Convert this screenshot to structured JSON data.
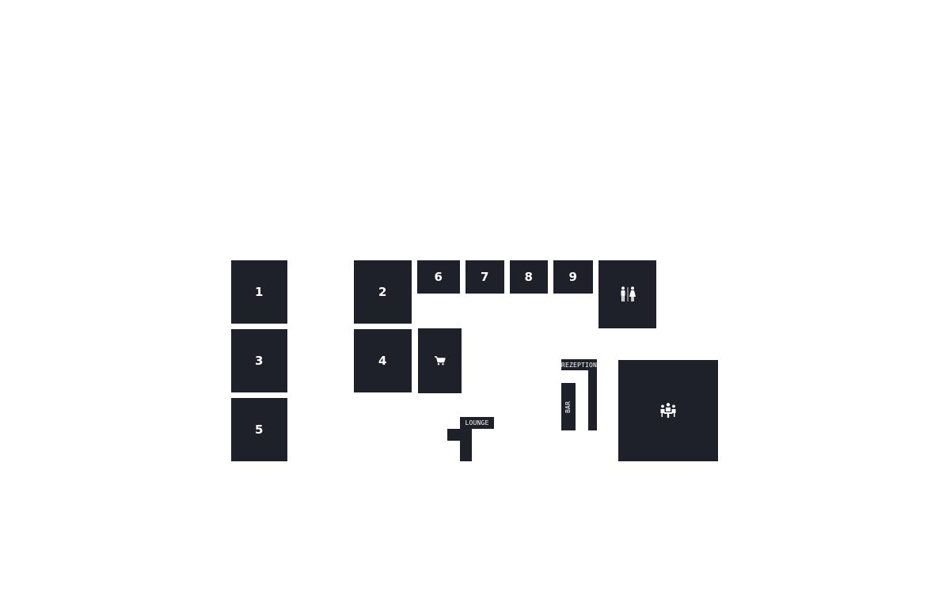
{
  "colors": {
    "room": "#1e2129",
    "background": "#ffffff",
    "label": "#ffffff"
  },
  "rooms": {
    "r1": {
      "label": "1"
    },
    "r2": {
      "label": "2"
    },
    "r3": {
      "label": "3"
    },
    "r4": {
      "label": "4"
    },
    "r5": {
      "label": "5"
    },
    "r6": {
      "label": "6"
    },
    "r7": {
      "label": "7"
    },
    "r8": {
      "label": "8"
    },
    "r9": {
      "label": "9"
    },
    "shop": {
      "icon": "shopping-cart-icon"
    },
    "restrooms": {
      "icon": "restroom-icon"
    },
    "meeting": {
      "icon": "meeting-group-icon"
    }
  },
  "areas": {
    "rezeption": "REZEPTION",
    "bar": "BAR",
    "lounge": "LOUNGE"
  }
}
